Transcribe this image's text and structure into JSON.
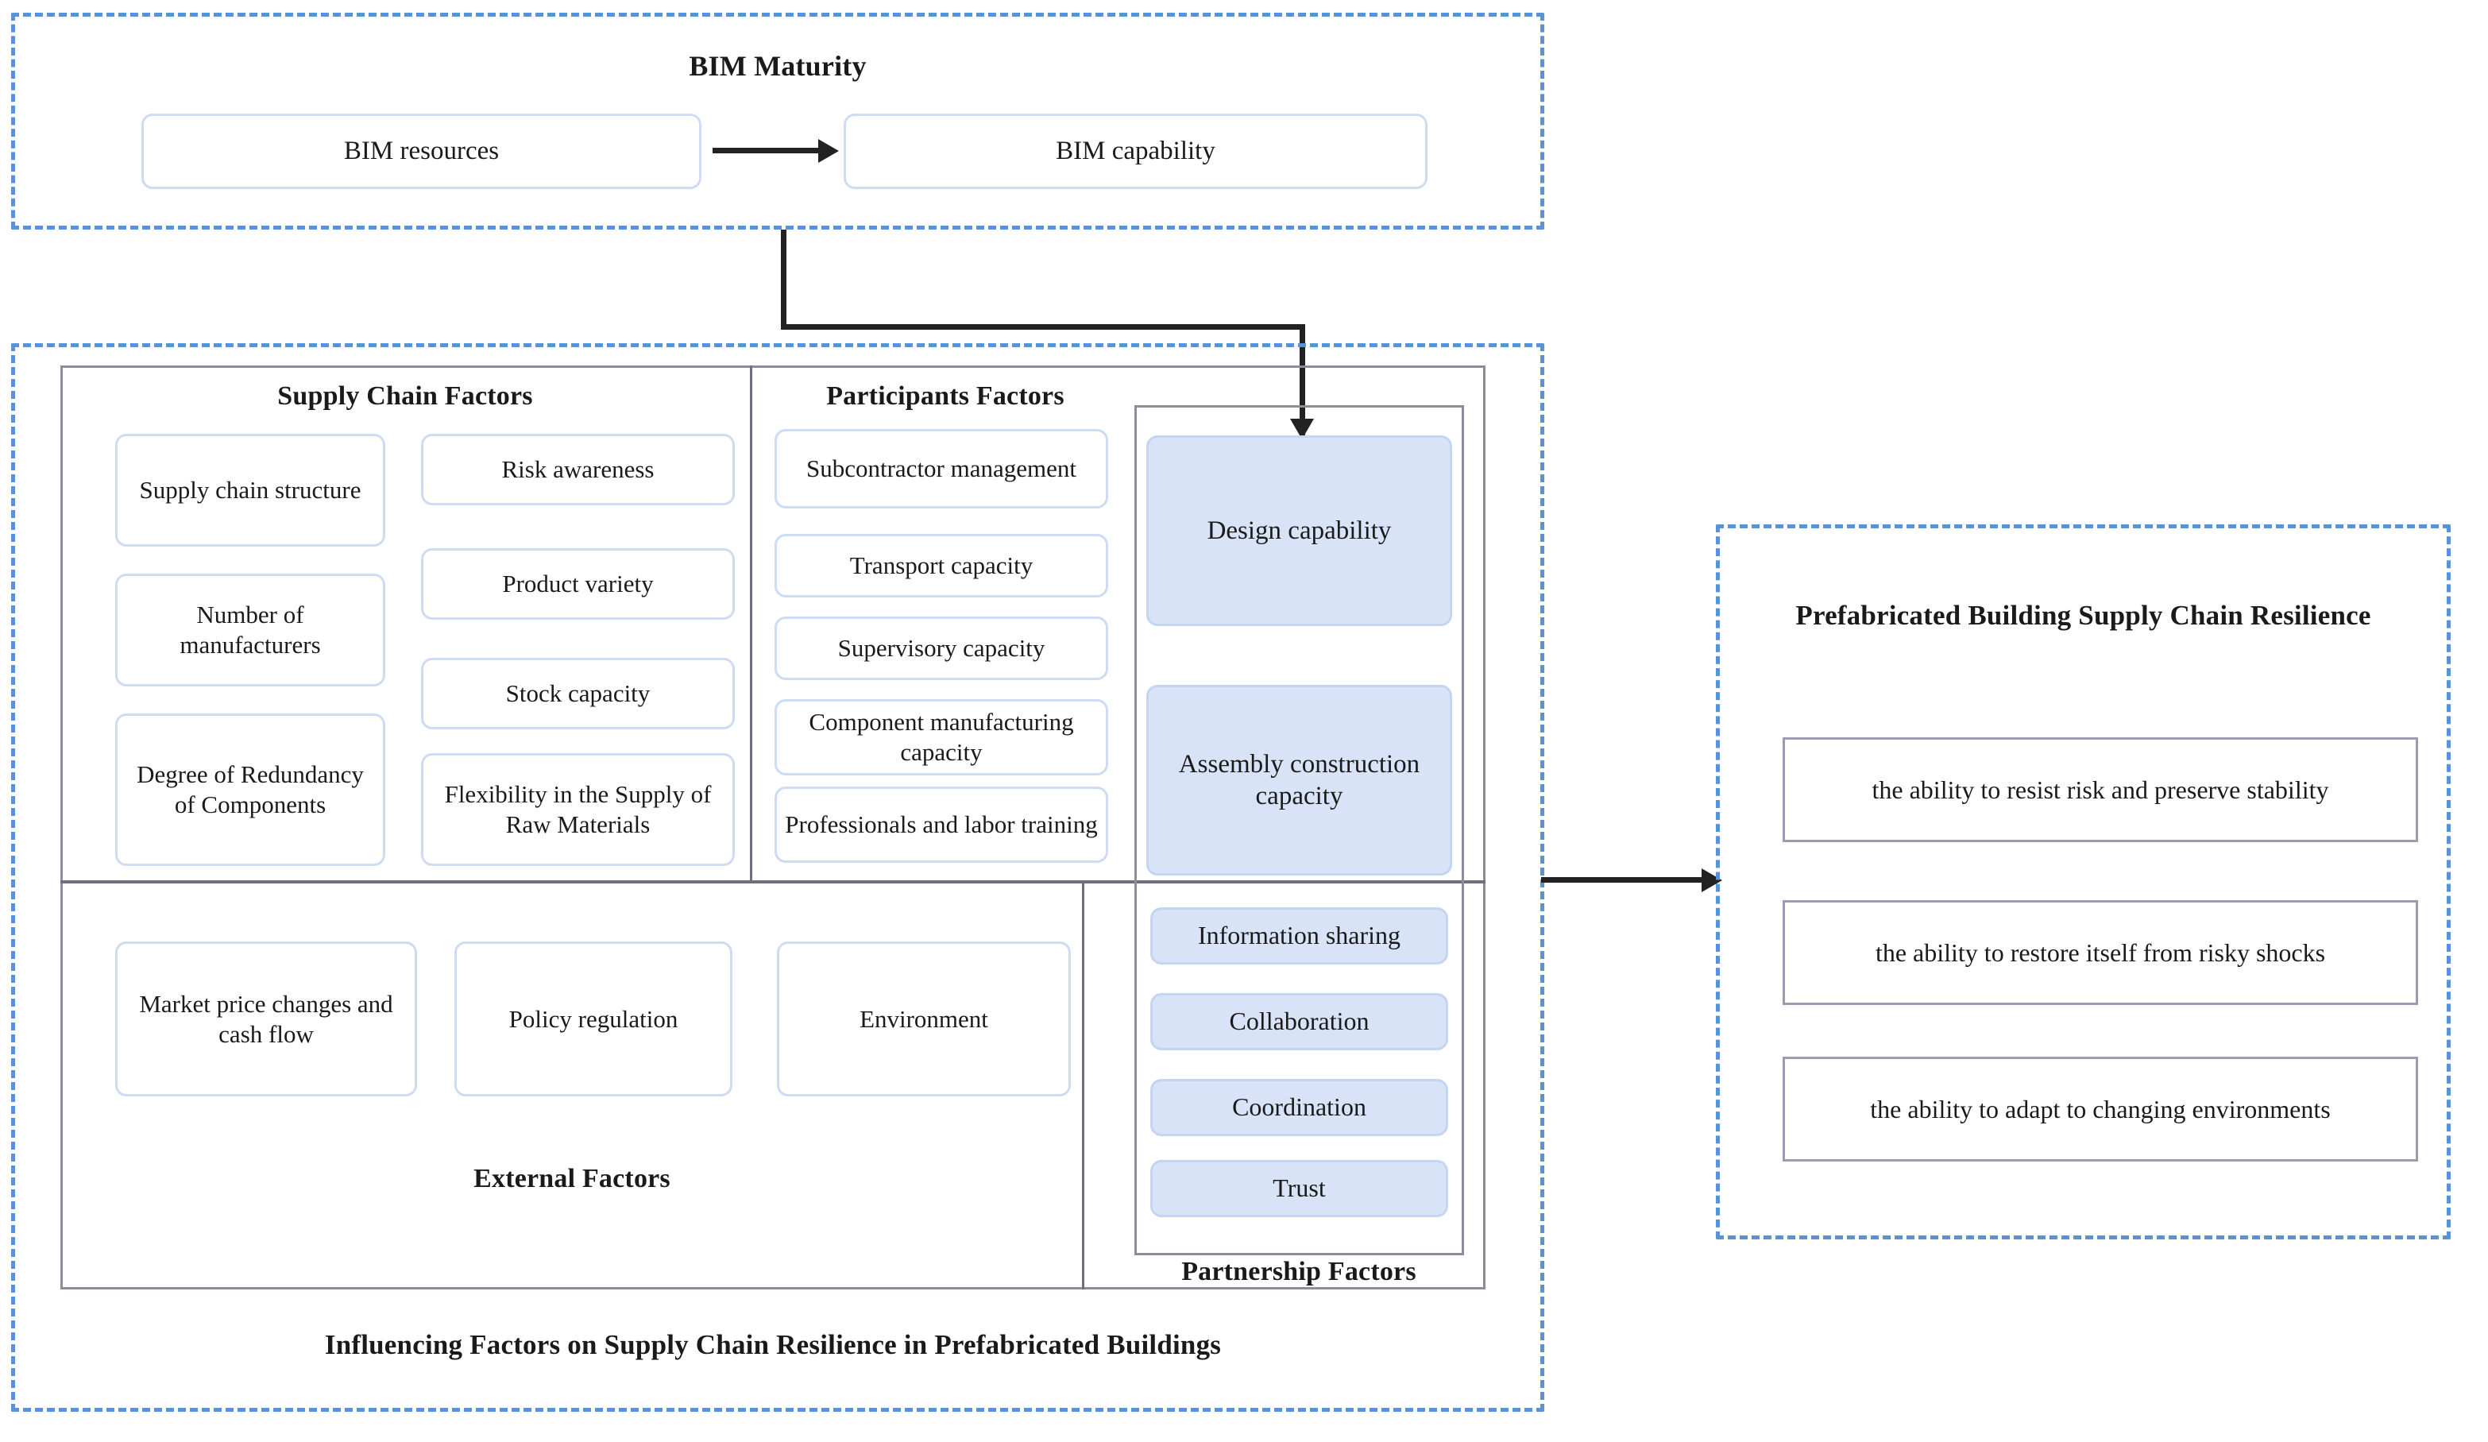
{
  "bim_maturity": {
    "title": "BIM Maturity",
    "nodes": [
      {
        "label": "BIM resources"
      },
      {
        "label": "BIM capability"
      }
    ]
  },
  "influencing_factors": {
    "caption": "Influencing Factors on Supply Chain Resilience in Prefabricated Buildings",
    "supply_chain": {
      "title": "Supply Chain Factors",
      "column_left": [
        {
          "label": "Supply chain structure"
        },
        {
          "label": "Number of manufacturers"
        },
        {
          "label": "Degree of Redundancy of Components"
        }
      ],
      "column_right": [
        {
          "label": "Risk awareness"
        },
        {
          "label": "Product variety"
        },
        {
          "label": "Stock capacity"
        },
        {
          "label": "Flexibility in the Supply of Raw Materials"
        }
      ]
    },
    "participants": {
      "title": "Participants Factors",
      "items": [
        {
          "label": "Subcontractor management"
        },
        {
          "label": "Transport capacity"
        },
        {
          "label": "Supervisory capacity"
        },
        {
          "label": "Component manufacturing capacity"
        },
        {
          "label": "Professionals and labor training"
        }
      ]
    },
    "capabilities": {
      "items": [
        {
          "label": "Design capability"
        },
        {
          "label": "Assembly construction capacity"
        }
      ]
    },
    "partnership": {
      "title": "Partnership Factors",
      "items": [
        {
          "label": "Information sharing"
        },
        {
          "label": "Collaboration"
        },
        {
          "label": "Coordination"
        },
        {
          "label": "Trust"
        }
      ]
    },
    "external": {
      "title": "External Factors",
      "items": [
        {
          "label": "Market price changes and cash flow"
        },
        {
          "label": "Policy regulation"
        },
        {
          "label": "Environment"
        }
      ]
    }
  },
  "resilience": {
    "title": "Prefabricated Building Supply Chain Resilience",
    "items": [
      {
        "label": "the ability to resist risk and preserve stability"
      },
      {
        "label": "the ability to restore itself from risky shocks"
      },
      {
        "label": "the ability to adapt to changing environments"
      }
    ]
  },
  "colors": {
    "dashed_border": "#5a92d6",
    "node_border": "#cddcf2",
    "node_fill": "#d9e3f7",
    "frame": "#8d8d99",
    "arrow": "#222222",
    "rect_border": "#9b9bb2"
  }
}
